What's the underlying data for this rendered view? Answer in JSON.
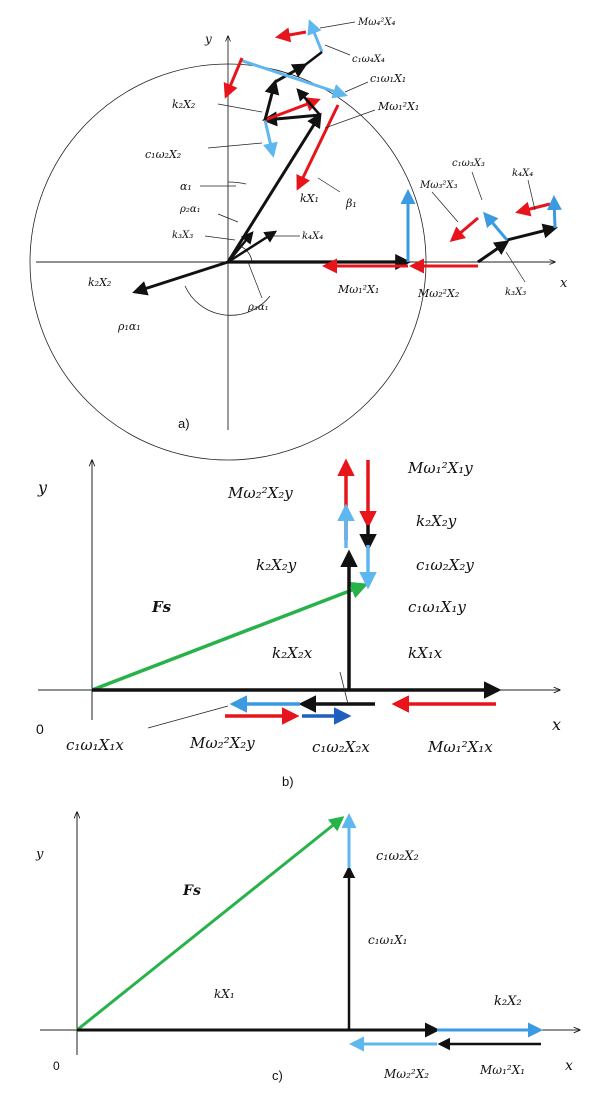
{
  "colors": {
    "black": "#111111",
    "red": "#e8141b",
    "blue": "#3b9be0",
    "lightblue": "#5fb7f0",
    "darkblue": "#1f5fbf",
    "green": "#27b24a"
  },
  "panel_a": {
    "caption": "a)",
    "axis_x": "x",
    "axis_y": "y",
    "labels": {
      "m_w4_x4": "Mω₄²X₄",
      "c1_w4_x4": "c₁ω₄X₄",
      "c1_w1_x1": "c₁ω₁X₁",
      "m_w1_x1_top": "Mω₁²X₁",
      "k2_x2_top": "k₂X₂",
      "c1_w2_x2": "c₁ω₂X₂",
      "alpha1": "α₁",
      "rho2_alpha1": "ρ₂α₁",
      "k3_x3_left": "k₃X₃",
      "k_x1": "kX₁",
      "beta1": "β₁",
      "k4_x4_left": "k₄X₄",
      "k2_x2_left": "k₂X₂",
      "rho3_alpha1": "ρ₃α₁",
      "rho1_alpha1": "ρ₁α₁",
      "c1_w3_x3": "c₁ω₃X₃",
      "m_w3_x3": "Mω₃²X₃",
      "k4_x4_right": "k₄X₄",
      "k3_x3_right": "k₃X₃",
      "m_w1_x1_axis": "Mω₁²X₁",
      "m_w2_x2_axis": "Mω₂²X₂"
    }
  },
  "panel_b": {
    "caption": "b)",
    "axis_x": "x",
    "axis_y": "y",
    "origin": "0",
    "labels": {
      "m_w1_x1y": "Mω₁²X₁y",
      "m_w2_x2y": "Mω₂²X₂y",
      "k2_x2y_right": "k₂X₂y",
      "k2_x2y_left": "k₂X₂y",
      "c1_w2_x2y": "c₁ω₂X₂y",
      "fs": "Fs",
      "c1_w1_x1y": "c₁ω₁X₁y",
      "k2_x2x": "k₂X₂x",
      "k_x1x": "kX₁x",
      "c1_w1_x1x": "c₁ω₁X₁x",
      "m_w2_x2y_bottom": "Mω₂²X₂y",
      "c1_w2_x2x": "c₁ω₂X₂x",
      "m_w1_x1x": "Mω₁²X₁x"
    }
  },
  "panel_c": {
    "caption": "c)",
    "axis_x": "x",
    "axis_y": "y",
    "origin": "0",
    "labels": {
      "c1_w2_x2": "c₁ω₂X₂",
      "fs": "Fs",
      "c1_w1_x1": "c₁ω₁X₁",
      "k_x1": "kX₁",
      "k2_x2": "k₂X₂",
      "m_w2_x2": "Mω₂²X₂",
      "m_w1_x1": "Mω₁²X₁"
    }
  }
}
